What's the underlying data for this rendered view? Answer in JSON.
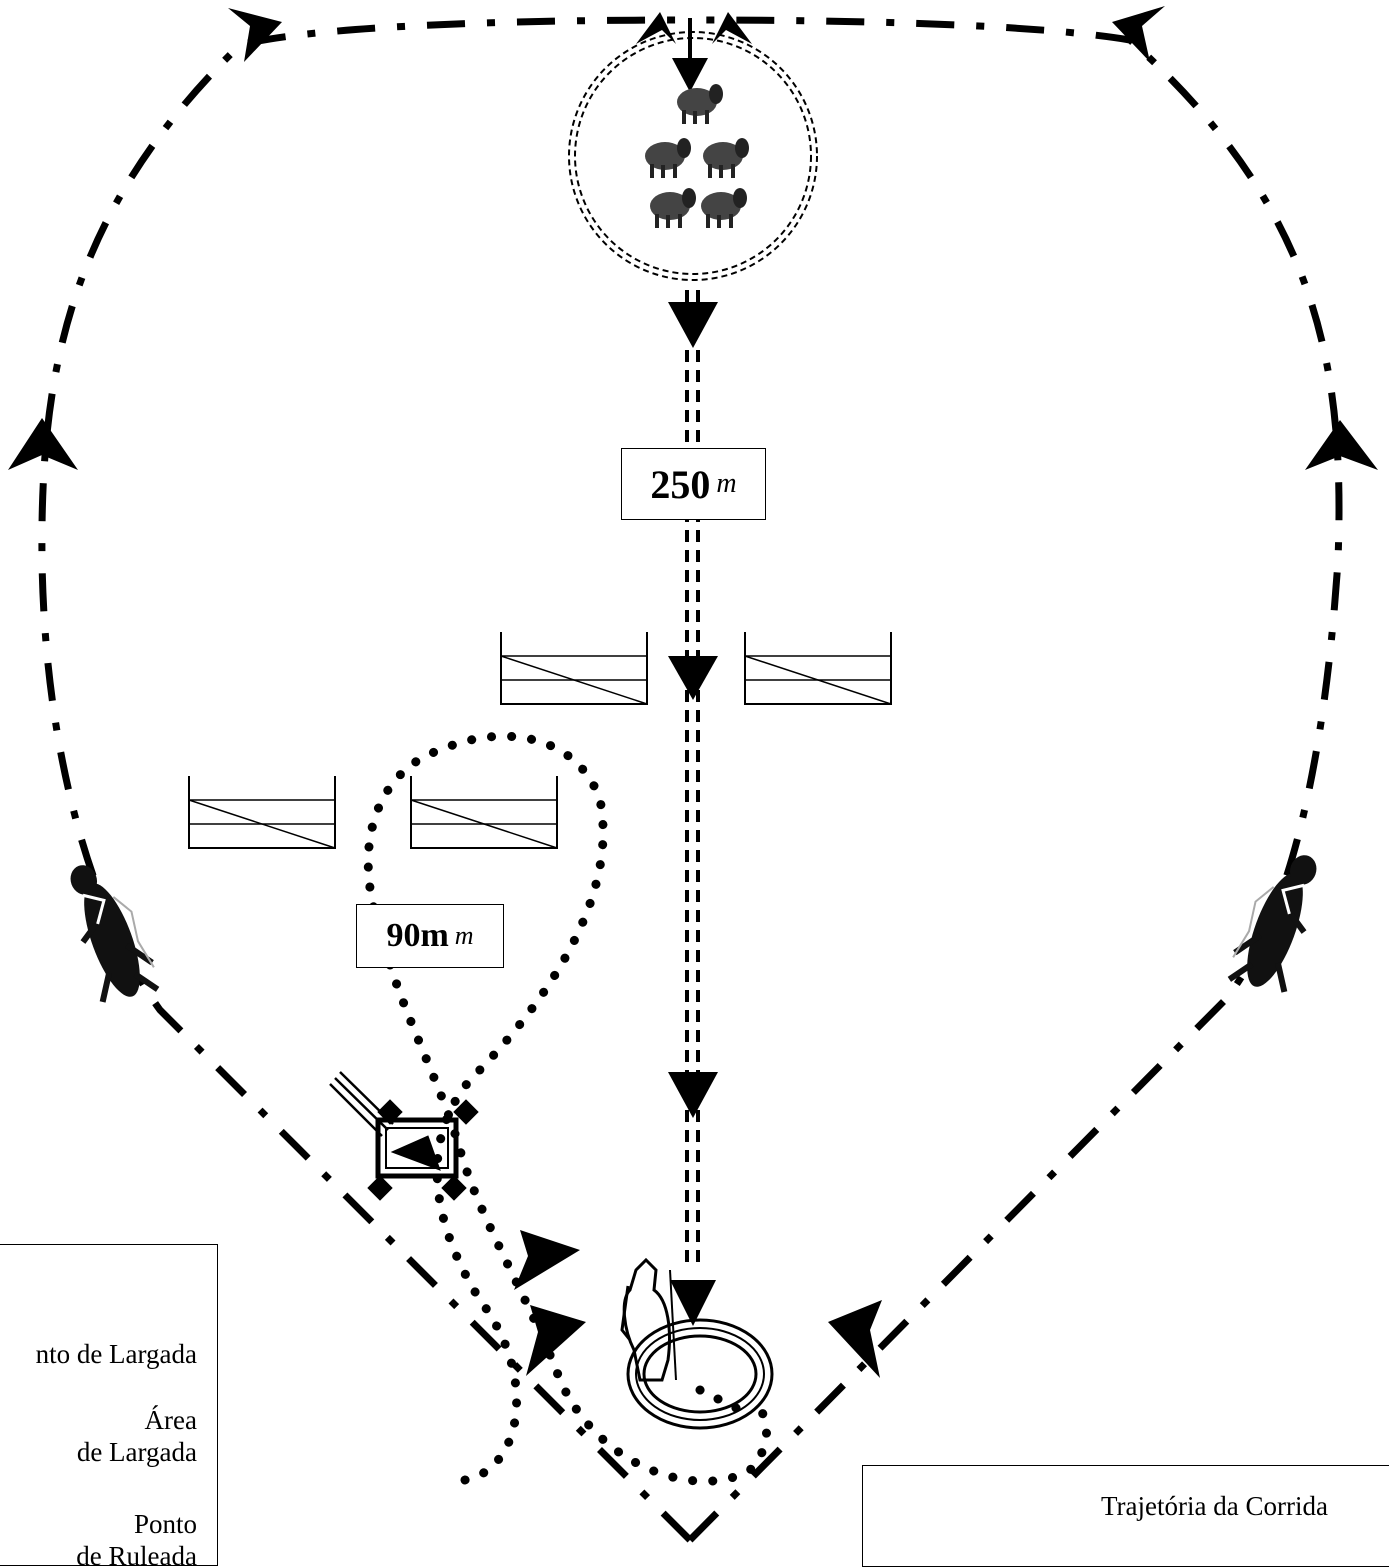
{
  "distance_labels": {
    "outrun": {
      "value": "250",
      "unit": "m"
    },
    "fetch": {
      "value": "90m",
      "unit": "m"
    }
  },
  "legend_left": {
    "start_point_label": "nto de Largada",
    "start_area_label_1": "Área",
    "start_area_label_2": "de Largada",
    "release_point_label_1": "Ponto",
    "release_point_label_2": "de Ruleada"
  },
  "legend_right": {
    "route_label": "Trajetória da Corrida"
  }
}
